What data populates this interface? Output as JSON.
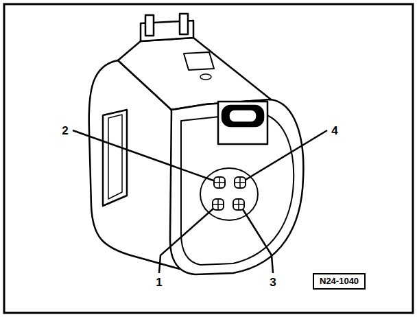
{
  "diagram": {
    "nodes": [
      {
        "text": [
          "N24-1040"
        ]
      }
    ],
    "labels": [
      "2",
      "4",
      "1",
      "3"
    ]
  }
}
